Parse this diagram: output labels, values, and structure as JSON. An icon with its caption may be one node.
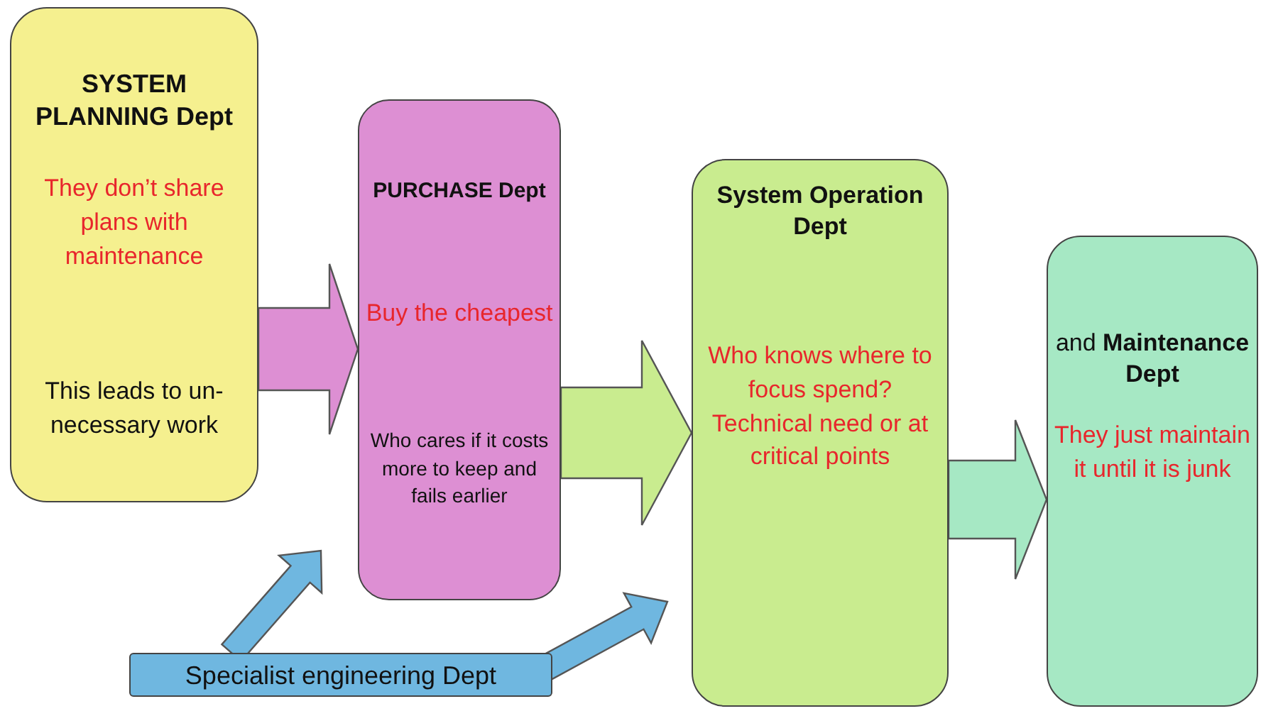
{
  "diagram": {
    "nodes": [
      {
        "text": [
          "SYSTEM PLANNING Dept",
          "They don’t share plans with maintenance",
          "This leads to un-necessary work"
        ]
      },
      {
        "text": [
          "PURCHASE Dept",
          "Buy the cheapest",
          "Who cares if it costs more to keep and fails earlier"
        ]
      },
      {
        "text": [
          "System Operation Dept",
          "Who knows where to focus spend? Technical need or at critical points"
        ]
      },
      {
        "text": [
          "and **Maintenance Dept**",
          "They just maintain it until it is junk"
        ]
      },
      {
        "text": [
          "Specialist engineering Dept"
        ]
      }
    ],
    "edges": [
      {
        "from": 0,
        "to": 1,
        "arrow": "to",
        "style": "thick",
        "color": "#dd8fd3"
      },
      {
        "from": 1,
        "to": 2,
        "arrow": "to",
        "style": "thick",
        "color": "#c9ec8f"
      },
      {
        "from": 2,
        "to": 3,
        "arrow": "to",
        "style": "thick",
        "color": "#a6e8c4"
      },
      {
        "from": 4,
        "to": 1,
        "arrow": "to",
        "style": "thick",
        "color": "#6fb7e0"
      },
      {
        "from": 4,
        "to": 2,
        "arrow": "to",
        "style": "thick",
        "color": "#6fb7e0"
      }
    ]
  }
}
